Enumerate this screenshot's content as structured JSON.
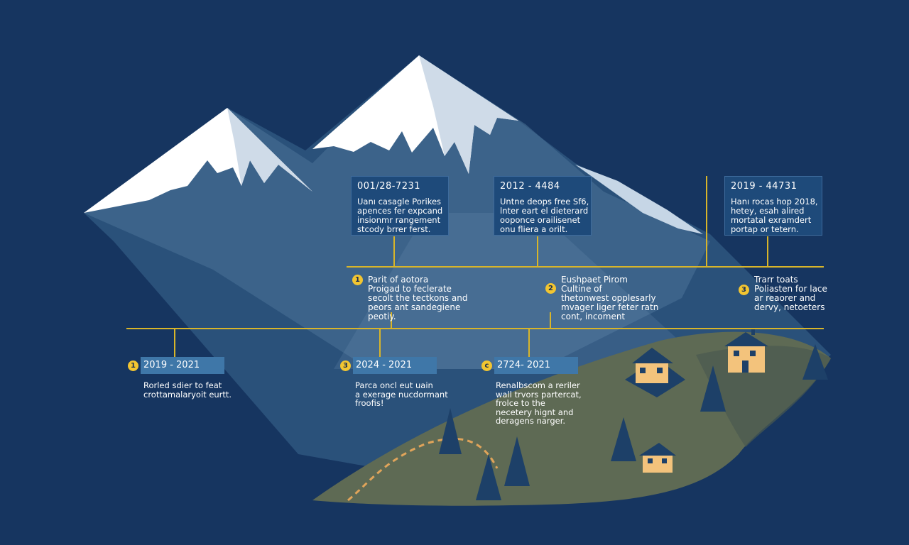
{
  "colors": {
    "background": "#163560",
    "accent": "#d8b52a",
    "badge": "#f2c531",
    "panel": "#1e4a7a",
    "year_bar": "#3f77a8",
    "snow": "#ffffff",
    "hill": "#5e6a54",
    "trail": "#e0a45a",
    "window": "#f3c37c"
  },
  "top_boxes": [
    {
      "heading": "001/28-7231",
      "lines": [
        "Uanı casagle Porikes",
        "apences fer expcand",
        "insionmr rangement",
        "stcody brrer ferst."
      ]
    },
    {
      "heading": "2012 - 4484",
      "lines": [
        "Untne deops free Sf6,",
        "lnter eart el dieterard",
        "ooponce orailisenet",
        "onu fliera a orilt."
      ]
    },
    {
      "heading": "2019 - 44731",
      "lines": [
        "Hanı rocas hop 2018,",
        "hetey, esah alired",
        "mortatal exramdert",
        "portap or tetern."
      ]
    }
  ],
  "middle_items": [
    {
      "num": "1",
      "lines": [
        "Parit of aotora",
        "Proigad to feclerate",
        "secolt the tectkons and",
        "peors ant sandegiene",
        "peotiy."
      ]
    },
    {
      "num": "2",
      "lines": [
        "Eushpaet Pirom",
        "Cultine of",
        "thetonwest opplesarly",
        "mvager liger feter ratn",
        "cont, incoment"
      ]
    },
    {
      "num": "3",
      "lines": [
        "Trarr toats",
        "Poliasten for lace",
        "ar reaorer and",
        "dervy, netoeters"
      ]
    }
  ],
  "bottom_items": [
    {
      "num": "1",
      "year": "2019 - 2021",
      "lines": [
        "Rorled sdier to feat",
        "crottamalaryoit eurtt."
      ]
    },
    {
      "num": "3",
      "year": "2024 - 2021",
      "lines": [
        "Parca oncl eut uain",
        "a exerage nucdormant",
        "froofis!"
      ]
    },
    {
      "num": "c",
      "year": "2724- 2021",
      "lines": [
        "Renalbscom a reriler",
        "wall trvors partercat,",
        "frolce to the",
        "necetery hignt and",
        "deragens narger."
      ]
    }
  ]
}
